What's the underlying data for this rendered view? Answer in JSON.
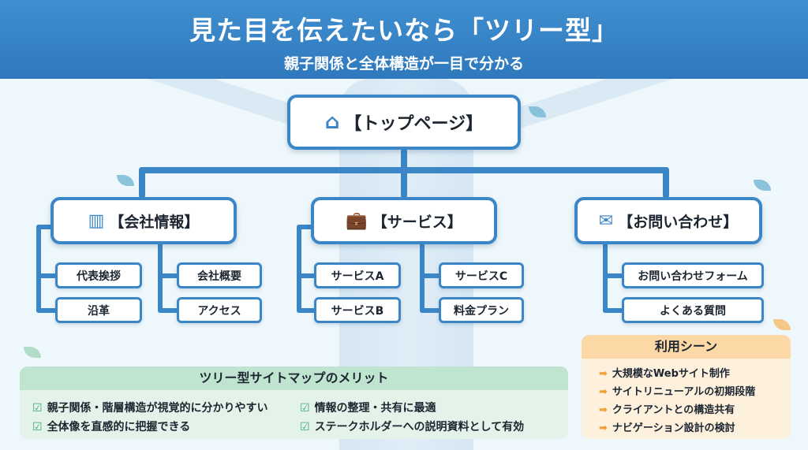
{
  "header": {
    "title": "見た目を伝えたいなら「ツリー型」",
    "subtitle": "親子関係と全体構造が一目で分かる"
  },
  "tree": {
    "root": {
      "label": "【トップページ】",
      "icon": "home-icon"
    },
    "sections": [
      {
        "label": "【会社情報】",
        "icon": "building-icon",
        "children": [
          "代表挨拶",
          "沿革",
          "会社概要",
          "アクセス"
        ]
      },
      {
        "label": "【サービス】",
        "icon": "briefcase-icon",
        "children": [
          "サービスA",
          "サービスB",
          "サービスC",
          "料金プラン"
        ]
      },
      {
        "label": "【お問い合わせ】",
        "icon": "mail-icon",
        "children": [
          "お問い合わせフォーム",
          "よくある質問"
        ]
      }
    ]
  },
  "merits": {
    "title": "ツリー型サイトマップのメリット",
    "items": [
      "親子関係・階層構造が視覚的に分かりやすい",
      "全体像を直感的に把握できる",
      "情報の整理・共有に最適",
      "ステークホルダーへの説明資料として有効"
    ]
  },
  "usage": {
    "title": "利用シーン",
    "items": [
      "大規模なWebサイト制作",
      "サイトリニューアルの初期段階",
      "クライアントとの構造共有",
      "ナビゲーション設計の検討"
    ]
  },
  "colors": {
    "primary": "#3b86c7",
    "merit_header": "#bfe4d0",
    "usage_header": "#fbd8a6"
  }
}
